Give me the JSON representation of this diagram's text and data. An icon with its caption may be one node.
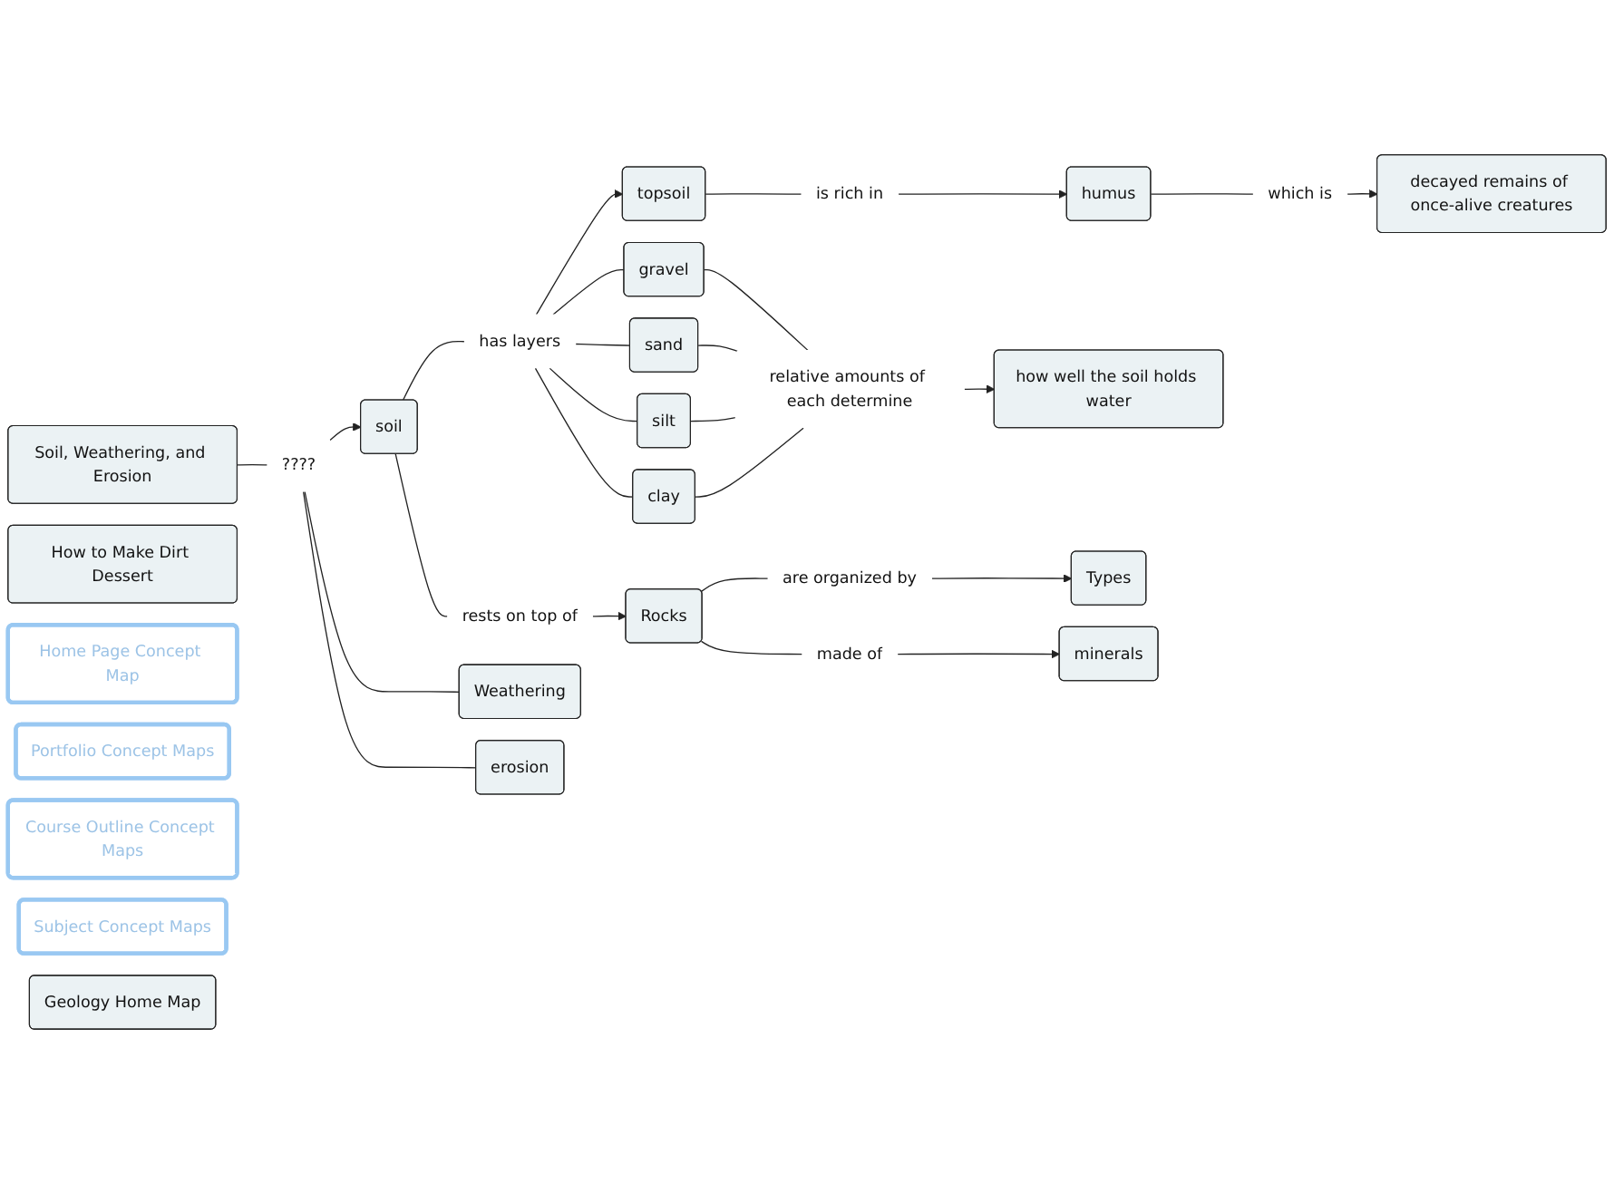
{
  "diagram": {
    "nodes": [
      {
        "text": [
          "Soil, Weathering, and Erosion"
        ]
      },
      {
        "text": [
          "How to Make Dirt Dessert"
        ]
      },
      {
        "text": [
          "????"
        ]
      },
      {
        "text": [
          "soil"
        ]
      },
      {
        "text": [
          "has layers"
        ]
      },
      {
        "text": [
          "topsoil"
        ]
      },
      {
        "text": [
          "is rich in"
        ]
      },
      {
        "text": [
          "humus"
        ]
      },
      {
        "text": [
          "which is"
        ]
      },
      {
        "text": [
          "decayed remains of once-alive creatures"
        ]
      },
      {
        "text": [
          "gravel"
        ]
      },
      {
        "text": [
          "sand"
        ]
      },
      {
        "text": [
          "relative amounts of each determine"
        ]
      },
      {
        "text": [
          "how well the soil holds water"
        ]
      },
      {
        "text": [
          "silt"
        ]
      },
      {
        "text": [
          "clay"
        ]
      },
      {
        "text": [
          "rests on top of"
        ]
      },
      {
        "text": [
          "Rocks"
        ]
      },
      {
        "text": [
          "are organized by"
        ]
      },
      {
        "text": [
          "Types"
        ]
      },
      {
        "text": [
          "made of"
        ]
      },
      {
        "text": [
          "minerals"
        ]
      },
      {
        "text": [
          "Weathering"
        ]
      },
      {
        "text": [
          "erosion"
        ]
      },
      {
        "text": [
          "Home Page Concept Map"
        ]
      },
      {
        "text": [
          "Portfolio Concept Maps"
        ]
      },
      {
        "text": [
          "Course Outline Concept Maps"
        ]
      },
      {
        "text": [
          "Subject Concept Maps"
        ]
      },
      {
        "text": [
          "Geology Home Map"
        ]
      }
    ],
    "edges": [
      {
        "from": 0,
        "to": 2,
        "arrow": "none"
      },
      {
        "from": 2,
        "to": 3,
        "arrow": "to"
      },
      {
        "from": 2,
        "to": 22,
        "arrow": "none"
      },
      {
        "from": 2,
        "to": 23,
        "arrow": "none"
      },
      {
        "from": 3,
        "to": 4,
        "arrow": "none"
      },
      {
        "from": 4,
        "to": 5,
        "arrow": "to"
      },
      {
        "from": 4,
        "to": 10,
        "arrow": "none"
      },
      {
        "from": 4,
        "to": 11,
        "arrow": "none"
      },
      {
        "from": 4,
        "to": 14,
        "arrow": "none"
      },
      {
        "from": 4,
        "to": 15,
        "arrow": "none"
      },
      {
        "from": 5,
        "to": 6,
        "arrow": "none"
      },
      {
        "from": 6,
        "to": 7,
        "arrow": "to"
      },
      {
        "from": 7,
        "to": 8,
        "arrow": "none"
      },
      {
        "from": 8,
        "to": 9,
        "arrow": "to"
      },
      {
        "from": 10,
        "to": 12,
        "arrow": "none"
      },
      {
        "from": 11,
        "to": 12,
        "arrow": "none"
      },
      {
        "from": 14,
        "to": 12,
        "arrow": "none"
      },
      {
        "from": 15,
        "to": 12,
        "arrow": "none"
      },
      {
        "from": 12,
        "to": 13,
        "arrow": "to"
      },
      {
        "from": 3,
        "to": 16,
        "arrow": "none"
      },
      {
        "from": 16,
        "to": 17,
        "arrow": "to"
      },
      {
        "from": 17,
        "to": 18,
        "arrow": "none"
      },
      {
        "from": 18,
        "to": 19,
        "arrow": "to"
      },
      {
        "from": 17,
        "to": 20,
        "arrow": "none"
      },
      {
        "from": 20,
        "to": 21,
        "arrow": "to"
      }
    ]
  }
}
